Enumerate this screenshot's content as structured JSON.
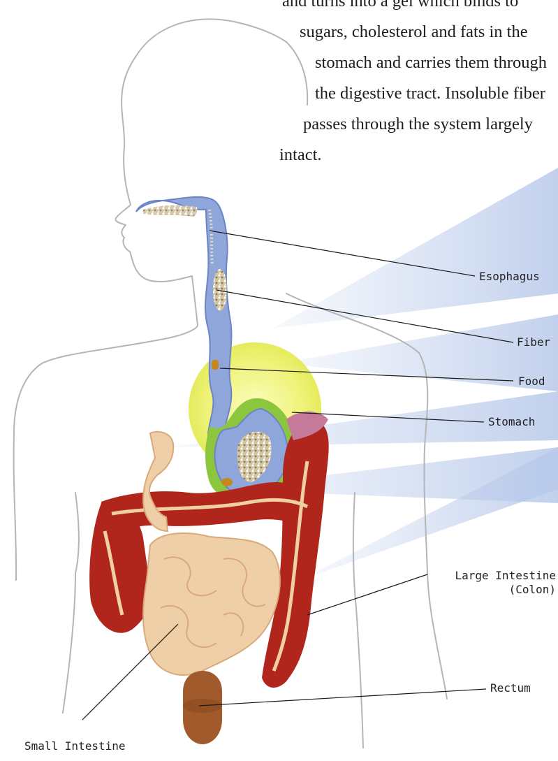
{
  "intro_lines": [
    "and turns into a gel which binds to",
    "sugars, cholesterol and fats in the",
    "stomach and carries them through",
    "the digestive tract. Insoluble fiber",
    "passes through the system largely",
    "intact."
  ],
  "labels": {
    "esophagus": "Esophagus",
    "fiber": "Fiber",
    "food": "Food",
    "stomach": "Stomach",
    "large_intestine_line1": "Large Intestine",
    "large_intestine_line2": "(Colon)",
    "rectum": "Rectum",
    "small_intestine": "Small Intestine"
  },
  "colors": {
    "body_outline": "#b5b5b5",
    "esophagus": "#8fa6db",
    "stomach_halo": "#e9ef63",
    "stomach_green": "#8cc63f",
    "large_intestine": "#b0261c",
    "small_intestine": "#efcfa8",
    "rectum": "#a05a2c",
    "light_beams": "#c6d4ee"
  }
}
